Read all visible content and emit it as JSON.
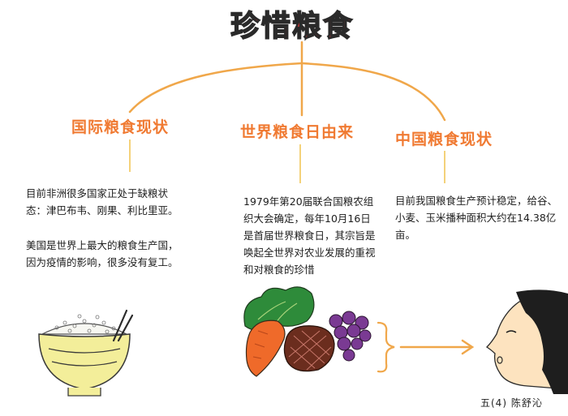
{
  "title": "珍惜粮食",
  "sections": {
    "left": {
      "heading": "国际粮食现状",
      "paragraphs": [
        "目前非洲很多国家正处于缺粮状态：津巴布韦、刚果、利比里亚。",
        "美国是世界上最大的粮食生产国，因为疫情的影响，很多没有复工。"
      ]
    },
    "middle": {
      "heading": "世界粮食日由来",
      "paragraphs": [
        "1979年第20届联合国粮农组织大会确定，每年10月16日是首届世界粮食日，其宗旨是唤起全世界对农业发展的重视和对粮食的珍惜"
      ]
    },
    "right": {
      "heading": "中国粮食现状",
      "paragraphs": [
        "目前我国粮食生产预计稳定，给谷、小麦、玉米播种面积大约在14.38亿亩。"
      ]
    }
  },
  "signature": "五(4) 陈舒沁",
  "colors": {
    "title_fill": "#e23a3a",
    "title_outline": "#2a2a2a",
    "heading": "#f07a32",
    "branch": "#f0a74a",
    "text": "#1e1e1e"
  },
  "icons": [
    "rice-bowl-icon",
    "chopsticks-icon",
    "carrot-icon",
    "steak-icon",
    "grapes-icon",
    "lettuce-icon",
    "brace-icon",
    "arrow-right-icon",
    "girl-face-icon"
  ]
}
